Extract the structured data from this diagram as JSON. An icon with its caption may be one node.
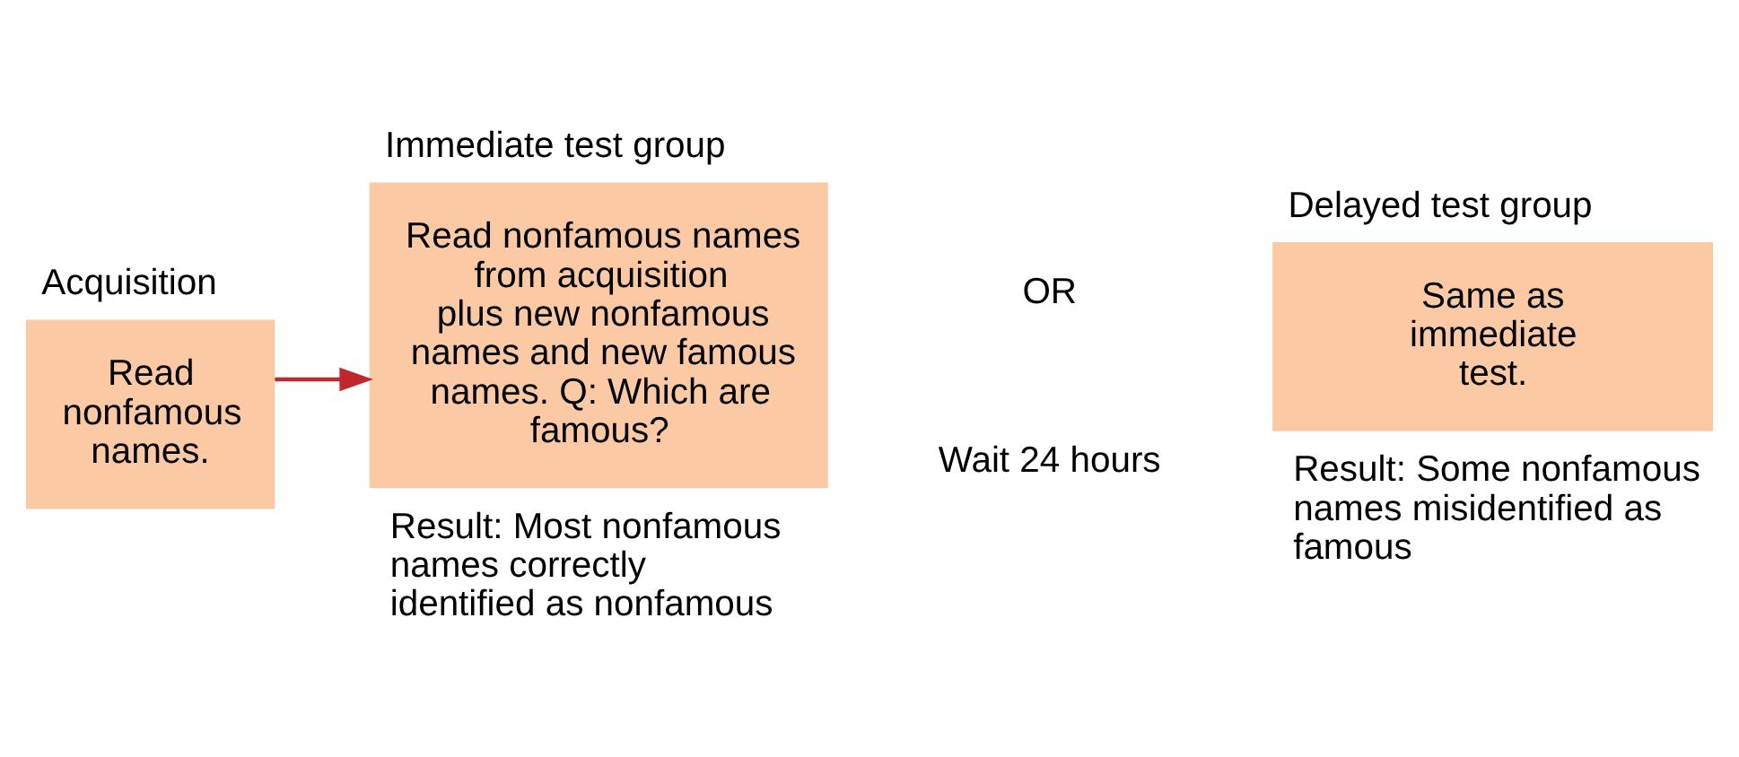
{
  "diagram": {
    "nodes": [
      {
        "text": [
          "Acquisition",
          "Read nonfamous names."
        ]
      },
      {
        "text": [
          "Immediate test group",
          "Read nonfamous names from acquisition plus new nonfamous names and new famous names. Q: Which are famous?"
        ],
        "beside": [
          "Result: Most nonfamous names correctly identified as nonfamous"
        ]
      },
      {
        "text": [
          "Delayed test group",
          "Same as immediate test."
        ],
        "beside": [
          "Result: Some nonfamous names misidentified as famous"
        ]
      }
    ],
    "edges": [
      {
        "from": 0,
        "to": 1,
        "arrow": "to",
        "color": "#c0282d"
      }
    ],
    "labels": [
      "OR",
      "Wait 24 hours"
    ]
  }
}
